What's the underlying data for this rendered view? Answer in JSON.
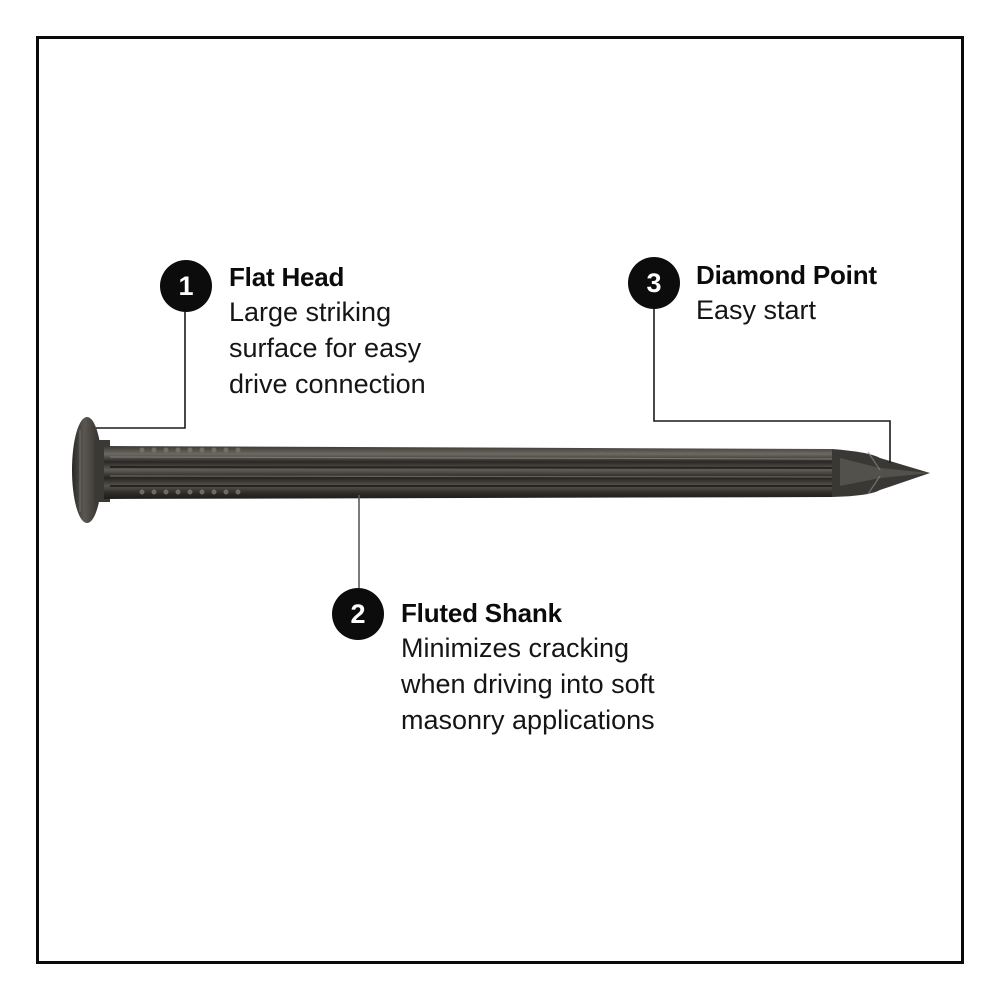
{
  "diagram": {
    "subject": "Fluted masonry nail",
    "colors": {
      "background": "#ffffff",
      "frame": "#0a0a0a",
      "badge": "#0c0c0c",
      "badge_text": "#ffffff",
      "leader_line": "#1a1a1a",
      "nail_dark": "#2b2926",
      "nail_mid": "#4a4843",
      "nail_highlight": "#8a877f"
    },
    "callouts": [
      {
        "number": "1",
        "title": "Flat Head",
        "description_lines": [
          "Large striking",
          "surface for easy",
          "drive connection"
        ]
      },
      {
        "number": "2",
        "title": "Fluted Shank",
        "description_lines": [
          "Minimizes cracking",
          "when driving into soft",
          "masonry applications"
        ]
      },
      {
        "number": "3",
        "title": "Diamond Point",
        "description_lines": [
          "Easy start"
        ]
      }
    ]
  }
}
